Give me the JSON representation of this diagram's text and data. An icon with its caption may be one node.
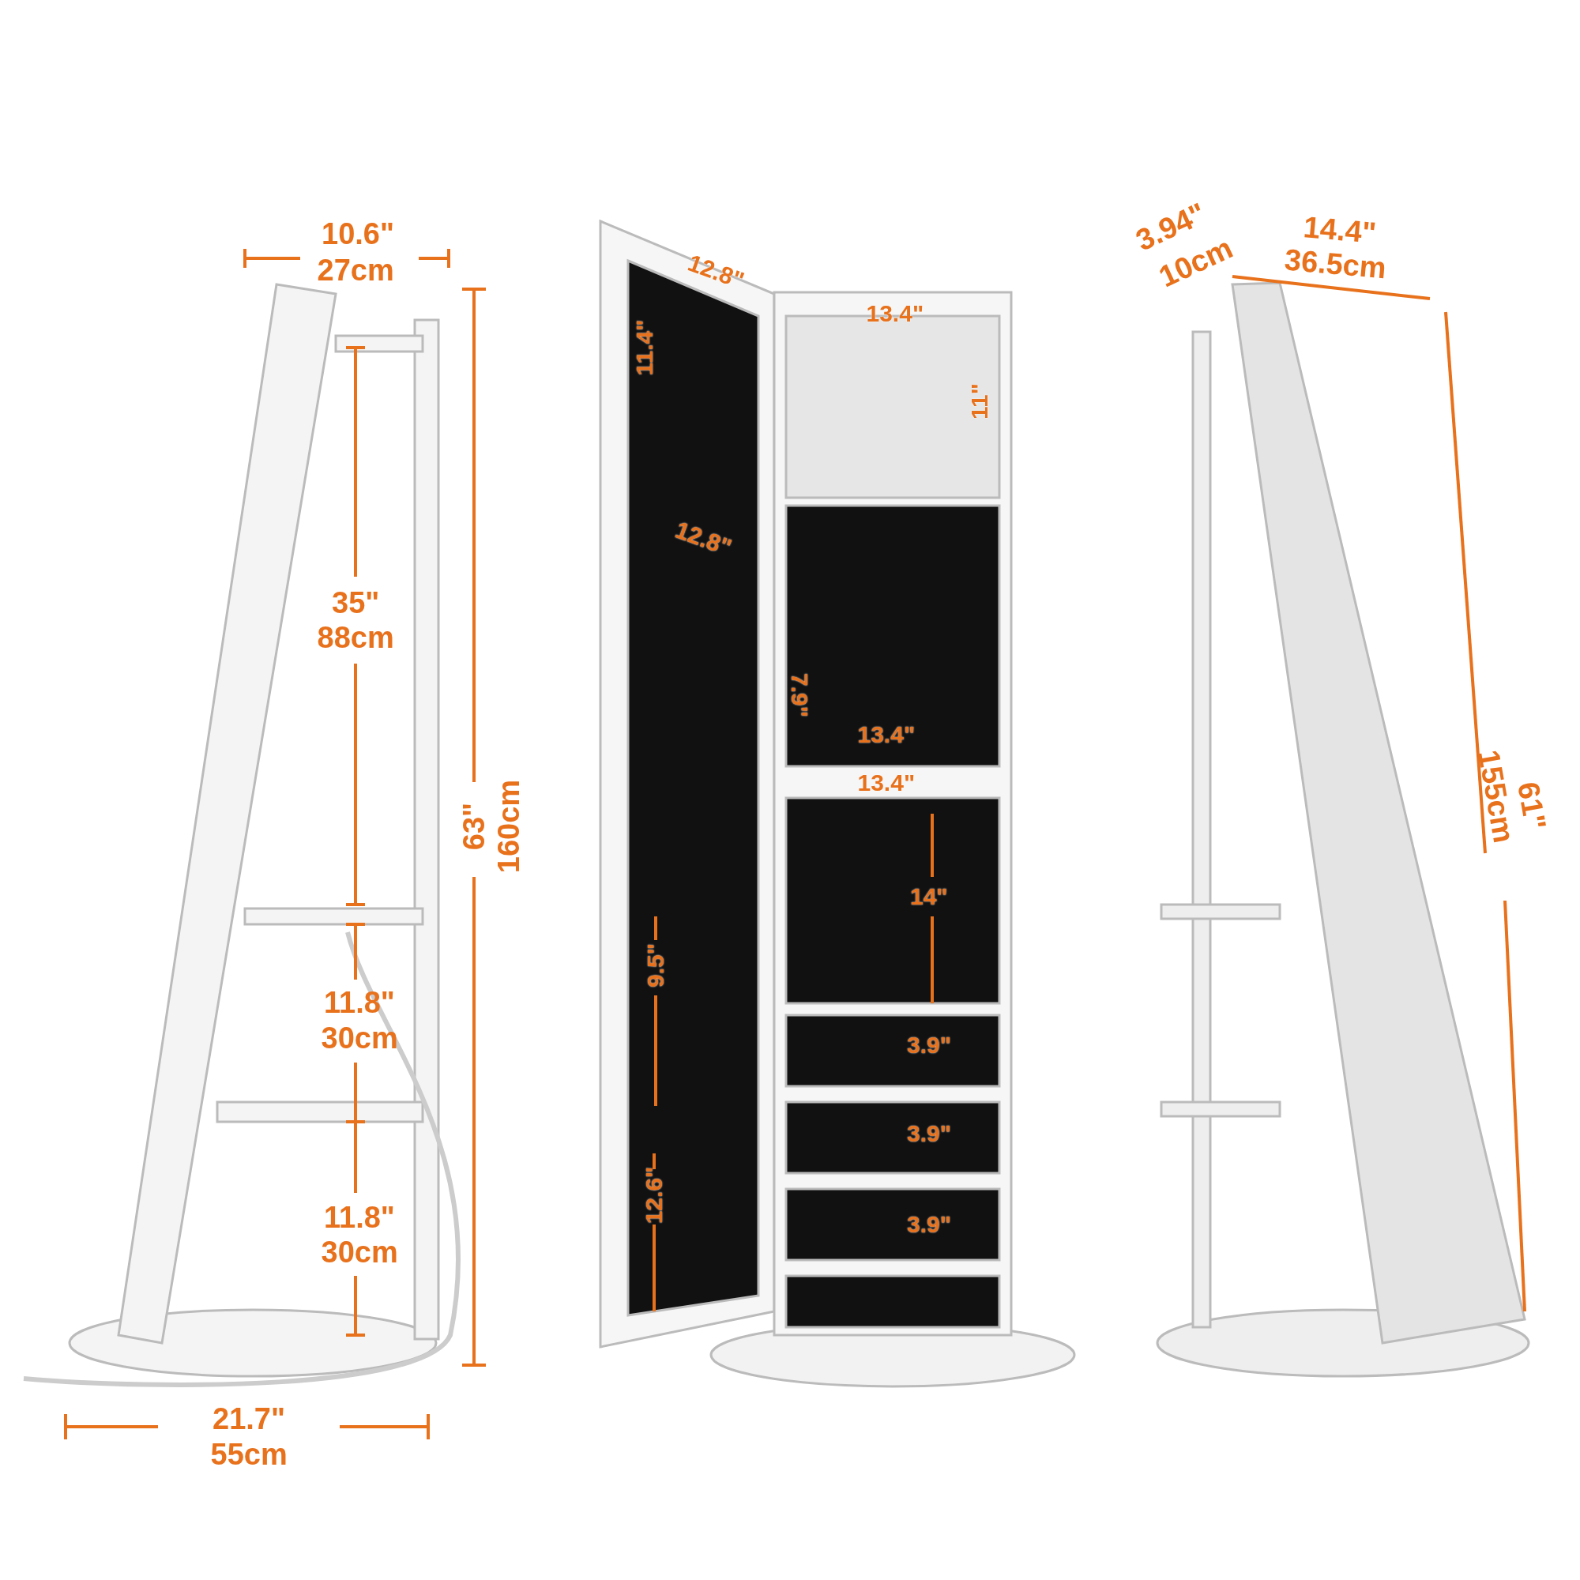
{
  "diagram": {
    "labels": [
      "10.6\"",
      "27cm",
      "35\"",
      "88cm",
      "63\"",
      "160cm",
      "11.8\"",
      "30cm",
      "11.8\"",
      "30cm",
      "21.7\"",
      "55cm",
      "12.8\"",
      "11.4\"",
      "13.4\"",
      "11\"",
      "12.8\"",
      "7.9\"",
      "13.4\"",
      "13.4\"",
      "14\"",
      "9.5\"",
      "3.9\"",
      "3.9\"",
      "12.6\"",
      "3.9\"",
      "3.94\"",
      "10cm",
      "14.4\"",
      "36.5cm",
      "61\"",
      "155cm"
    ]
  }
}
